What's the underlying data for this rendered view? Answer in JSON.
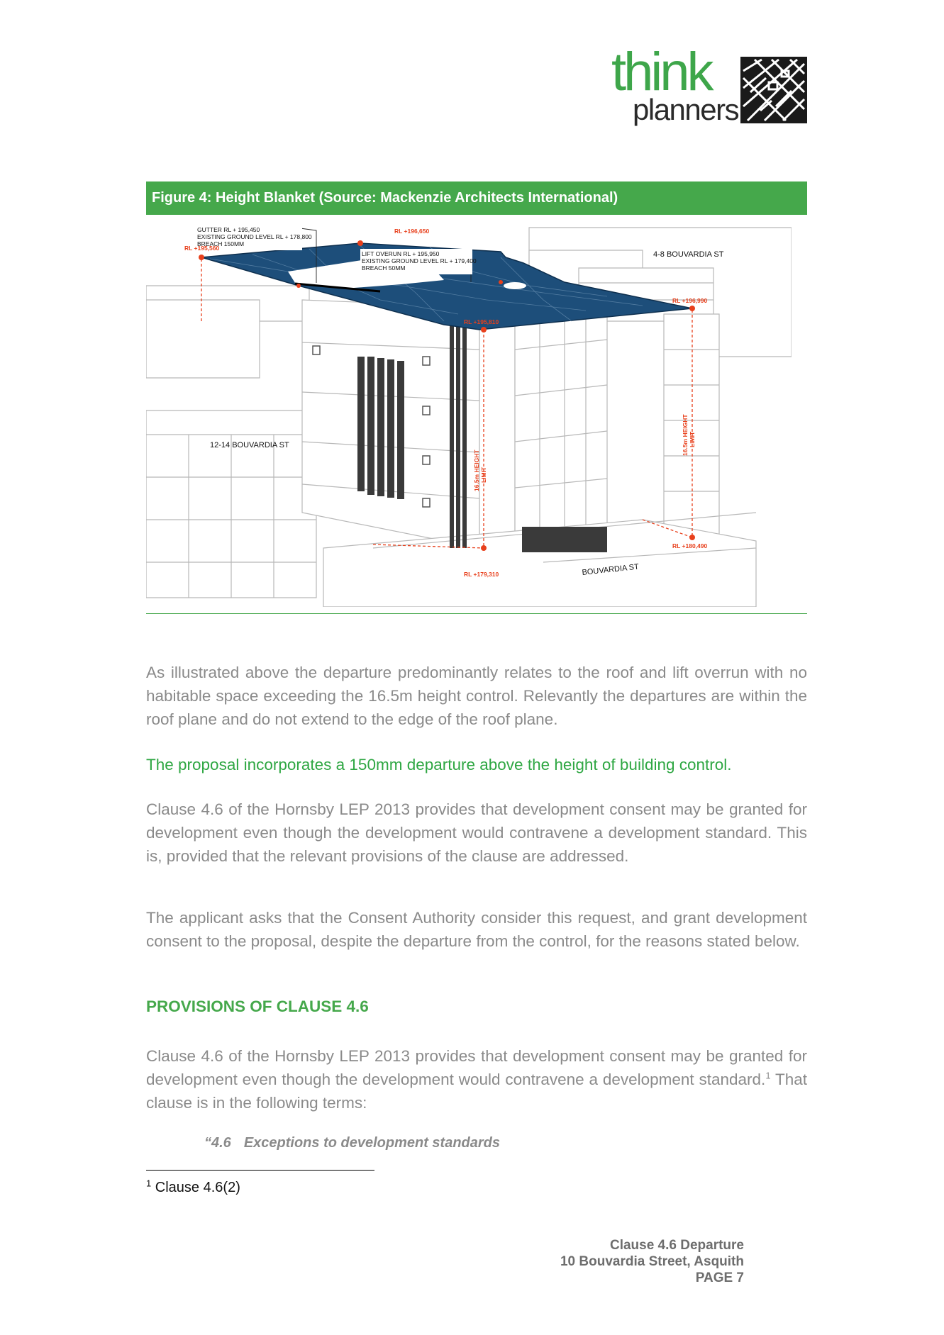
{
  "logo": {
    "line1": "think",
    "line2": "planners"
  },
  "figure": {
    "caption": "Figure 4: Height Blanket (Source: Mackenzie Architects International)",
    "annotations": {
      "gutter_1": "GUTTER RL + 195,450",
      "gutter_2": "EXISTING GROUND LEVEL RL + 178,800",
      "gutter_3": "BREACH 150MM",
      "lift_1": "LIFT OVERUN RL + 195,950",
      "lift_2": "EXISTING GROUND LEVEL RL + 179,400",
      "lift_3": "BREACH 50MM",
      "rl_196650": "RL +196,650",
      "rl_195560": "RL +195,560",
      "rl_195810": "RL +195,810",
      "rl_196990": "RL +196,990",
      "rl_180490": "RL +180,490",
      "rl_179310": "RL +179,310",
      "street_4_8": "4-8 BOUVARDIA ST",
      "street_12_14": "12-14 BOUVARDIA ST",
      "street_bouvardia": "BOUVARDIA ST",
      "height_limit_1": "16.5m HEIGHT",
      "height_limit_2": "LIMIT"
    },
    "colors": {
      "blanket": "#1d4e7a",
      "marker": "#e8401c",
      "caption_bg": "#45a84b"
    }
  },
  "body": {
    "p1": "As illustrated above the departure predominantly relates to the roof and lift overrun with no habitable space exceeding the 16.5m height control. Relevantly the departures are within the roof plane and do not extend to the edge of the roof plane.",
    "p2": "The proposal incorporates a 150mm departure above the height of building control.",
    "p3": "Clause 4.6 of the Hornsby LEP 2013 provides that development consent may be granted for development even though the development would contravene a development standard. This is, provided that the relevant provisions of the clause are addressed.",
    "p4": "The applicant asks that the Consent Authority consider this request, and grant development consent to the proposal, despite the departure from the control, for the reasons stated below.",
    "heading": "PROVISIONS OF CLAUSE 4.6",
    "p5a": "Clause 4.6 of the Hornsby LEP 2013 provides that development consent may be granted for development even though the development would contravene a development standard.",
    "p5_ref": "1",
    "p5b": " That clause is in the following terms:",
    "quote_num": "“4.6",
    "quote_title": "Exceptions to development standards"
  },
  "footnote": {
    "ref": "1",
    "text": " Clause 4.6(2)"
  },
  "footer": {
    "line1": "Clause 4.6 Departure",
    "line2": "10 Bouvardia Street, Asquith",
    "line3": "PAGE 7"
  }
}
